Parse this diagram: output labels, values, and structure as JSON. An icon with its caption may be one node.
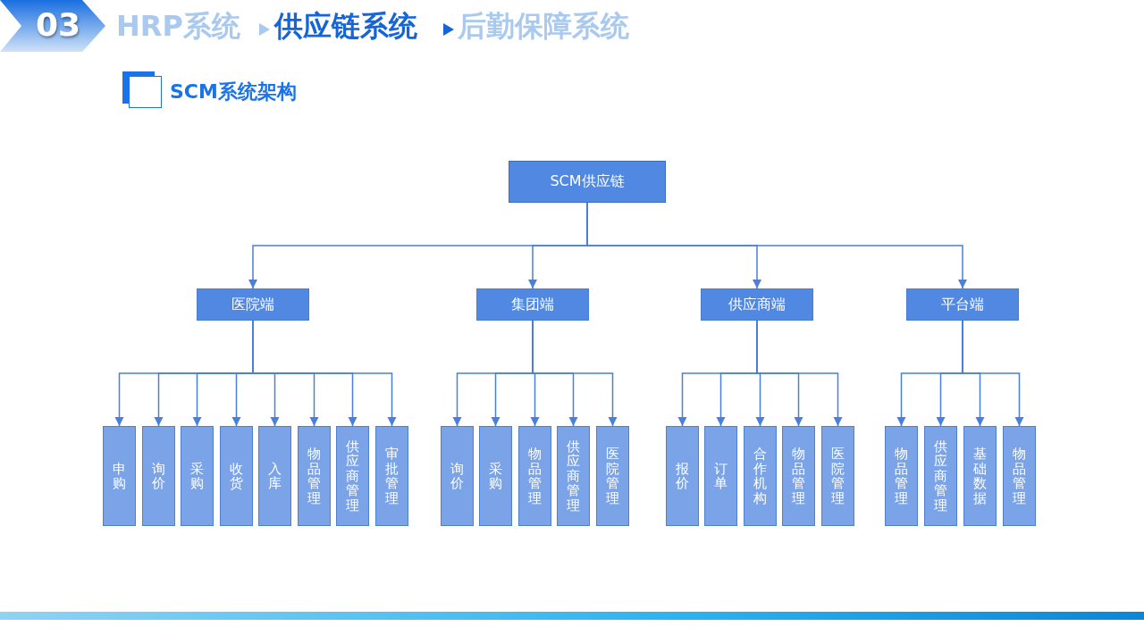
{
  "diagram": {
    "title": "SCM系统架构",
    "nodes": [
      {
        "text": [
          "SCM供应链"
        ]
      },
      {
        "text": [
          "医院端"
        ]
      },
      {
        "text": [
          "集团端"
        ]
      },
      {
        "text": [
          "供应商端"
        ]
      },
      {
        "text": [
          "平台端"
        ]
      },
      {
        "text": [
          "申购"
        ]
      },
      {
        "text": [
          "询价"
        ]
      },
      {
        "text": [
          "采购"
        ]
      },
      {
        "text": [
          "收货"
        ]
      },
      {
        "text": [
          "入库"
        ]
      },
      {
        "text": [
          "物品管理"
        ]
      },
      {
        "text": [
          "供应商管理"
        ]
      },
      {
        "text": [
          "审批管理"
        ]
      },
      {
        "text": [
          "询价"
        ]
      },
      {
        "text": [
          "采购"
        ]
      },
      {
        "text": [
          "物品管理"
        ]
      },
      {
        "text": [
          "供应商管理"
        ]
      },
      {
        "text": [
          "医院管理"
        ]
      },
      {
        "text": [
          "报价"
        ]
      },
      {
        "text": [
          "订单"
        ]
      },
      {
        "text": [
          "合作机构"
        ]
      },
      {
        "text": [
          "物品管理"
        ]
      },
      {
        "text": [
          "医院管理"
        ]
      },
      {
        "text": [
          "物品管理"
        ]
      },
      {
        "text": [
          "供应商管理"
        ]
      },
      {
        "text": [
          "基础数据"
        ]
      },
      {
        "text": [
          "物品管理"
        ]
      }
    ],
    "edges": [
      {
        "from": 0,
        "to": 1,
        "arrow": "to"
      },
      {
        "from": 0,
        "to": 2,
        "arrow": "to"
      },
      {
        "from": 0,
        "to": 3,
        "arrow": "to"
      },
      {
        "from": 0,
        "to": 4,
        "arrow": "to"
      },
      {
        "from": 1,
        "to": 5,
        "arrow": "to"
      },
      {
        "from": 1,
        "to": 6,
        "arrow": "to"
      },
      {
        "from": 1,
        "to": 7,
        "arrow": "to"
      },
      {
        "from": 1,
        "to": 8,
        "arrow": "to"
      },
      {
        "from": 1,
        "to": 9,
        "arrow": "to"
      },
      {
        "from": 1,
        "to": 10,
        "arrow": "to"
      },
      {
        "from": 1,
        "to": 11,
        "arrow": "to"
      },
      {
        "from": 1,
        "to": 12,
        "arrow": "to"
      },
      {
        "from": 2,
        "to": 13,
        "arrow": "to"
      },
      {
        "from": 2,
        "to": 14,
        "arrow": "to"
      },
      {
        "from": 2,
        "to": 15,
        "arrow": "to"
      },
      {
        "from": 2,
        "to": 16,
        "arrow": "to"
      },
      {
        "from": 2,
        "to": 17,
        "arrow": "to"
      },
      {
        "from": 3,
        "to": 18,
        "arrow": "to"
      },
      {
        "from": 3,
        "to": 19,
        "arrow": "to"
      },
      {
        "from": 3,
        "to": 20,
        "arrow": "to"
      },
      {
        "from": 3,
        "to": 21,
        "arrow": "to"
      },
      {
        "from": 3,
        "to": 22,
        "arrow": "to"
      },
      {
        "from": 4,
        "to": 23,
        "arrow": "to"
      },
      {
        "from": 4,
        "to": 24,
        "arrow": "to"
      },
      {
        "from": 4,
        "to": 25,
        "arrow": "to"
      },
      {
        "from": 4,
        "to": 26,
        "arrow": "to"
      }
    ],
    "labels": [
      "03",
      "HRP系统",
      "供应链系统",
      "后勤保障系统"
    ]
  }
}
